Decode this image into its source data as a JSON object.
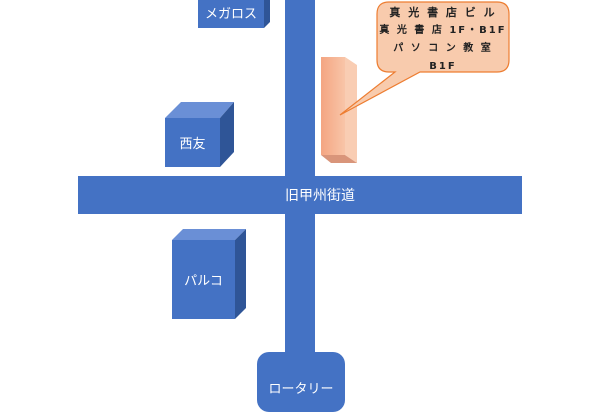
{
  "roads": {
    "main_street": "旧甲州街道",
    "rotary": "ロータリー"
  },
  "buildings": {
    "megaros": "メガロス",
    "seiyu": "西友",
    "parco": "パルコ"
  },
  "callout": {
    "lines": [
      "真 光 書 店 ビ ル",
      "真 光 書 店 1F・B1F",
      "パ ソ コ ン 教 室 B1F"
    ]
  },
  "colors": {
    "road": "#4472c4",
    "building_side": "#2f5597",
    "building_top": "#6a8fd6",
    "target": "#f4b183",
    "callout_border": "#ed7d31"
  }
}
